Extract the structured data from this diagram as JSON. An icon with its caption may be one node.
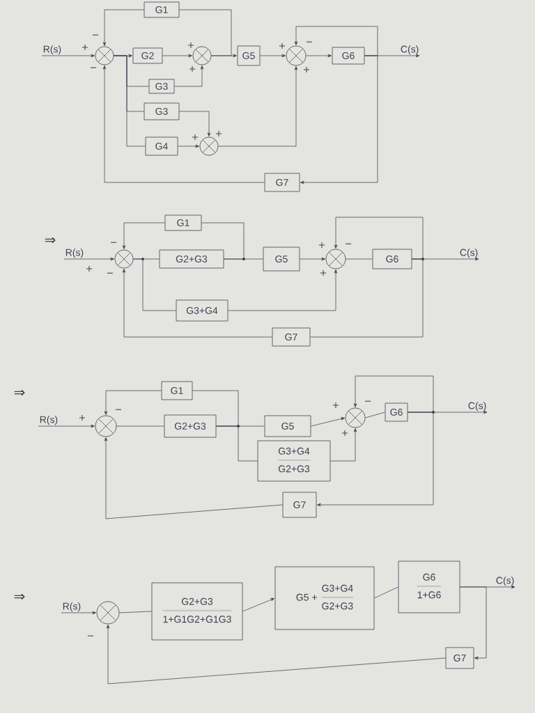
{
  "diagram": {
    "nodes": [
      {
        "text": [
          "G1"
        ]
      },
      {
        "text": [
          "R(s)"
        ]
      },
      {
        "text": [],
        "shape": "circle"
      },
      {
        "text": [
          "G2"
        ]
      },
      {
        "text": [],
        "shape": "circle"
      },
      {
        "text": [
          "G5"
        ]
      },
      {
        "text": [],
        "shape": "circle"
      },
      {
        "text": [
          "G6"
        ]
      },
      {
        "text": [
          "C(s)"
        ]
      },
      {
        "text": [
          "G3"
        ]
      },
      {
        "text": [
          "G3"
        ]
      },
      {
        "text": [
          "G4"
        ]
      },
      {
        "text": [],
        "shape": "circle"
      },
      {
        "text": [
          "G7"
        ]
      },
      {
        "text": [
          "G1"
        ]
      },
      {
        "text": [
          "R(s)"
        ]
      },
      {
        "text": [],
        "shape": "circle"
      },
      {
        "text": [
          "G2+G3"
        ]
      },
      {
        "text": [
          "G5"
        ]
      },
      {
        "text": [],
        "shape": "circle"
      },
      {
        "text": [
          "G6"
        ]
      },
      {
        "text": [
          "C(s)"
        ]
      },
      {
        "text": [
          "G3+G4"
        ]
      },
      {
        "text": [
          "G7"
        ]
      },
      {
        "text": [
          "G1"
        ]
      },
      {
        "text": [
          "R(s)"
        ]
      },
      {
        "text": [],
        "shape": "circle"
      },
      {
        "text": [
          "G2+G3"
        ]
      },
      {
        "text": [
          "G5"
        ]
      },
      {
        "text": [],
        "shape": "circle"
      },
      {
        "text": [
          "G6"
        ]
      },
      {
        "text": [
          "C(s)"
        ]
      },
      {
        "text": [
          "G3+G4",
          "G2+G3"
        ]
      },
      {
        "text": [
          "G7"
        ]
      },
      {
        "text": [
          "R(s)"
        ]
      },
      {
        "text": [],
        "shape": "circle"
      },
      {
        "text": [
          "G2+G3",
          "1+G1G2+G1G3"
        ]
      },
      {
        "text": [
          "G5 +",
          "G3+G4",
          "G2+G3"
        ]
      },
      {
        "text": [
          "G6",
          "1+G6"
        ]
      },
      {
        "text": [
          "C(s)"
        ]
      },
      {
        "text": [
          "G7"
        ]
      }
    ],
    "edges": [
      {
        "from": 1,
        "to": 2,
        "arrow": "to"
      },
      {
        "from": 2,
        "to": 3,
        "arrow": "to"
      },
      {
        "from": 2,
        "to": 9,
        "arrow": "none"
      },
      {
        "from": 2,
        "to": 10,
        "arrow": "none"
      },
      {
        "from": 2,
        "to": 11,
        "arrow": "none"
      },
      {
        "from": 3,
        "to": 4,
        "arrow": "to"
      },
      {
        "from": 9,
        "to": 4,
        "arrow": "to"
      },
      {
        "from": 4,
        "to": 5,
        "arrow": "to"
      },
      {
        "from": 4,
        "to": 0,
        "arrow": "none"
      },
      {
        "from": 0,
        "to": 2,
        "arrow": "to"
      },
      {
        "from": 5,
        "to": 6,
        "arrow": "to"
      },
      {
        "from": 10,
        "to": 12,
        "arrow": "to"
      },
      {
        "from": 11,
        "to": 12,
        "arrow": "to"
      },
      {
        "from": 12,
        "to": 6,
        "arrow": "to"
      },
      {
        "from": 6,
        "to": 7,
        "arrow": "to"
      },
      {
        "from": 7,
        "to": 8,
        "arrow": "to"
      },
      {
        "from": 7,
        "to": 6,
        "arrow": "to"
      },
      {
        "from": 7,
        "to": 13,
        "arrow": "to"
      },
      {
        "from": 13,
        "to": 2,
        "arrow": "to"
      },
      {
        "from": 15,
        "to": 16,
        "arrow": "to"
      },
      {
        "from": 16,
        "to": 17,
        "arrow": "none"
      },
      {
        "from": 16,
        "to": 22,
        "arrow": "none"
      },
      {
        "from": 17,
        "to": 18,
        "arrow": "none"
      },
      {
        "from": 17,
        "to": 14,
        "arrow": "none"
      },
      {
        "from": 14,
        "to": 16,
        "arrow": "to"
      },
      {
        "from": 18,
        "to": 19,
        "arrow": "to"
      },
      {
        "from": 22,
        "to": 19,
        "arrow": "to"
      },
      {
        "from": 19,
        "to": 20,
        "arrow": "none"
      },
      {
        "from": 20,
        "to": 21,
        "arrow": "to"
      },
      {
        "from": 20,
        "to": 19,
        "arrow": "to"
      },
      {
        "from": 20,
        "to": 23,
        "arrow": "none"
      },
      {
        "from": 23,
        "to": 16,
        "arrow": "to"
      },
      {
        "from": 25,
        "to": 26,
        "arrow": "to"
      },
      {
        "from": 26,
        "to": 27,
        "arrow": "none"
      },
      {
        "from": 27,
        "to": 28,
        "arrow": "none"
      },
      {
        "from": 27,
        "to": 32,
        "arrow": "none"
      },
      {
        "from": 27,
        "to": 24,
        "arrow": "none"
      },
      {
        "from": 24,
        "to": 26,
        "arrow": "to"
      },
      {
        "from": 28,
        "to": 29,
        "arrow": "to"
      },
      {
        "from": 32,
        "to": 29,
        "arrow": "to"
      },
      {
        "from": 29,
        "to": 30,
        "arrow": "none"
      },
      {
        "from": 30,
        "to": 31,
        "arrow": "to"
      },
      {
        "from": 30,
        "to": 29,
        "arrow": "to"
      },
      {
        "from": 30,
        "to": 33,
        "arrow": "to"
      },
      {
        "from": 33,
        "to": 26,
        "arrow": "to"
      },
      {
        "from": 34,
        "to": 35,
        "arrow": "to"
      },
      {
        "from": 35,
        "to": 36,
        "arrow": "none"
      },
      {
        "from": 36,
        "to": 37,
        "arrow": "to"
      },
      {
        "from": 37,
        "to": 38,
        "arrow": "none"
      },
      {
        "from": 38,
        "to": 39,
        "arrow": "to"
      },
      {
        "from": 38,
        "to": 40,
        "arrow": "to"
      },
      {
        "from": 40,
        "to": 35,
        "arrow": "to"
      }
    ],
    "labels": [
      "−",
      "+",
      "−",
      "+",
      "+",
      "+",
      "−",
      "+",
      "+",
      "+",
      "⇒",
      "−",
      "+",
      "−",
      "+",
      "−",
      "+",
      "⇒",
      "+",
      "−",
      "+",
      "−",
      "+",
      "⇒",
      "−"
    ]
  }
}
